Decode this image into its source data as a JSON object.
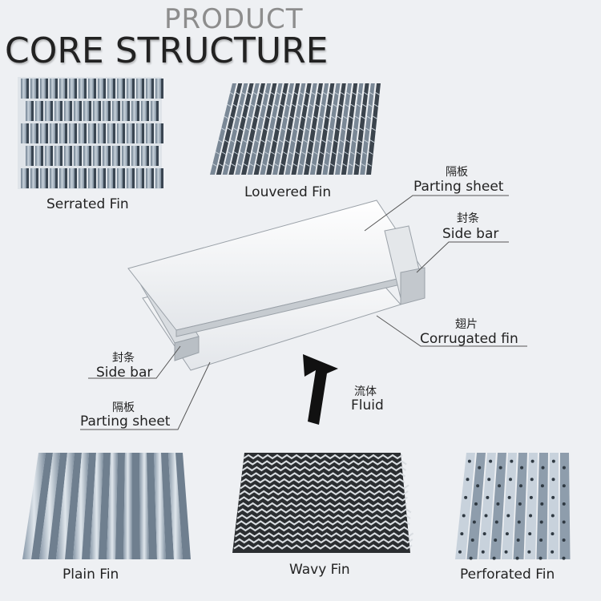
{
  "title": {
    "line1": "PRODUCT",
    "line2": "CORE STRUCTURE"
  },
  "fins": {
    "serrated": "Serrated Fin",
    "louvered": "Louvered Fin",
    "plain": "Plain Fin",
    "wavy": "Wavy Fin",
    "perforated": "Perforated Fin"
  },
  "callouts": {
    "parting_sheet_top": {
      "zh": "隔板",
      "en": "Parting sheet"
    },
    "side_bar_right": {
      "zh": "封条",
      "en": "Side bar"
    },
    "corrugated_fin": {
      "zh": "翅片",
      "en": "Corrugated fin"
    },
    "side_bar_left": {
      "zh": "封条",
      "en": "Side bar"
    },
    "parting_sheet_bottom": {
      "zh": "隔板",
      "en": "Parting sheet"
    },
    "fluid": {
      "zh": "流体",
      "en": "Fluid"
    }
  }
}
